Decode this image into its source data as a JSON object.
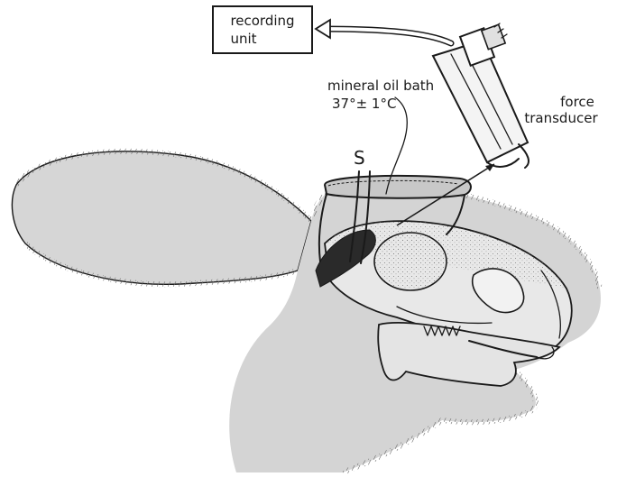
{
  "labels": {
    "recording_unit_line1": "recording",
    "recording_unit_line2": "unit",
    "oil_bath_line1": "mineral oil bath",
    "oil_bath_line2": "37°± 1°C",
    "force_line1": "force",
    "force_line2": "transducer",
    "stimulus": "S"
  },
  "colors": {
    "ink": "#1a1a1a",
    "skin": "#d4d4d4",
    "bone": "#e9e9e9",
    "bath": "#c8c8c8",
    "muscle": "#2a2a2a"
  }
}
